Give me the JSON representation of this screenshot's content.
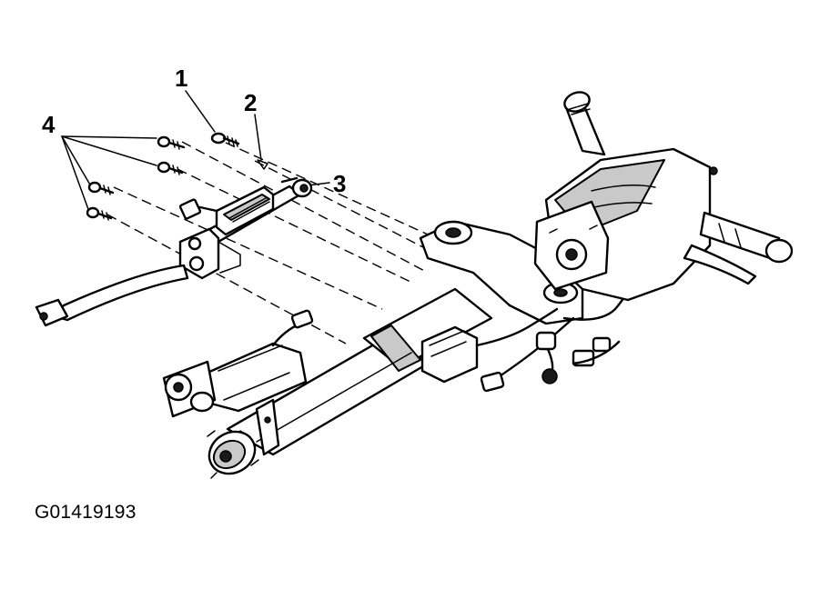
{
  "figure": {
    "id_label": "G01419193",
    "callouts": [
      "1",
      "2",
      "3",
      "4"
    ]
  },
  "colors": {
    "ink": "#000000",
    "background": "#ffffff",
    "shade": "#c9c9c9"
  }
}
